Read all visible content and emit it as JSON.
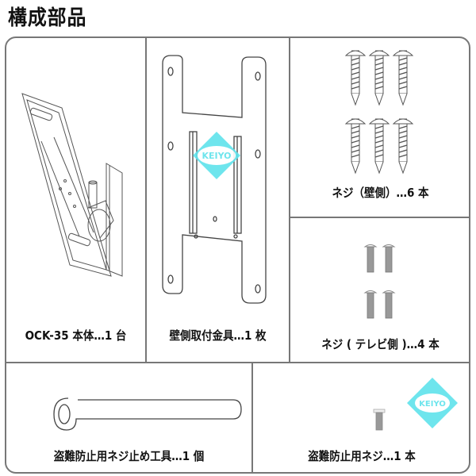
{
  "page": {
    "title": "構成部品"
  },
  "components": [
    {
      "id": "main-unit",
      "label": "OCK-35 本体…1 台",
      "illustration": "tilt-swivel-mount-icon"
    },
    {
      "id": "wall-bracket",
      "label": "壁側取付金具…1 枚",
      "illustration": "wall-plate-icon",
      "watermark": "KEIYO"
    },
    {
      "id": "wall-screws",
      "label": "ネジ（壁側）…6 本",
      "illustration": "wood-screw-icon",
      "count": 6
    },
    {
      "id": "tv-screws",
      "label": "ネジ ( テレビ側 )…4 本",
      "illustration": "machine-screw-icon",
      "count": 4
    },
    {
      "id": "anti-theft-tool",
      "label": "盗難防止用ネジ止め工具…1 個",
      "illustration": "wrench-tool-icon"
    },
    {
      "id": "anti-theft-screw",
      "label": "盗難防止用ネジ…1 本",
      "illustration": "security-screw-icon",
      "watermark": "KEIYO"
    }
  ],
  "colors": {
    "border": "#777777",
    "line_art": "#555555",
    "watermark": "#5fe3ec",
    "text": "#111111"
  }
}
